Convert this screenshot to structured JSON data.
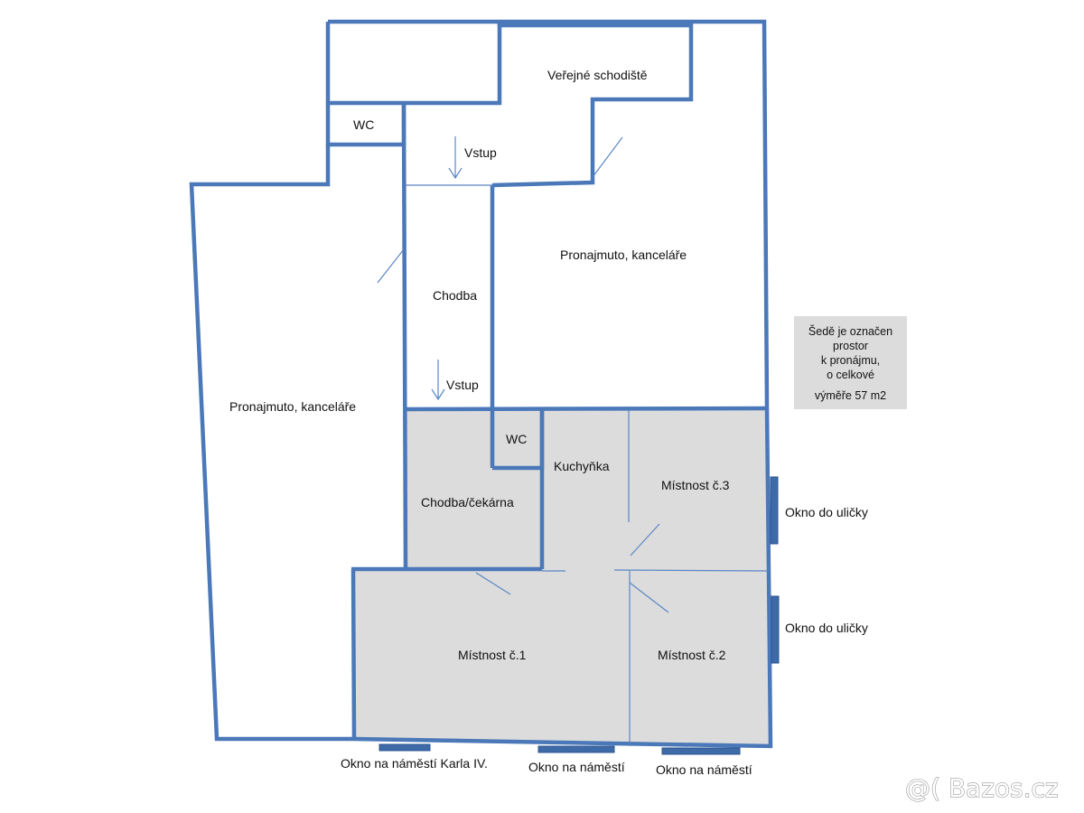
{
  "colors": {
    "wall": "#4a78b8",
    "thin_line": "#5a86c4",
    "window": "#3e6aa8",
    "rental_fill": "#dcdcdc",
    "legend_fill": "#dcdcdc"
  },
  "rooms": {
    "public_stairs": "Veřejné schodiště",
    "wc_top": "WC",
    "entrance_top": "Vstup",
    "corridor": "Chodba",
    "entrance_bottom": "Vstup",
    "rented_offices_right": "Pronajmuto, kanceláře",
    "rented_offices_left": "Pronajmuto, kanceláře",
    "wc_inner": "WC",
    "kitchenette": "Kuchyňka",
    "waiting_room": "Chodba/čekárna",
    "room_3": "Místnost č.3",
    "room_1": "Místnost č.1",
    "room_2": "Místnost č.2"
  },
  "windows": {
    "alley_1": "Okno do uličky",
    "alley_2": "Okno do uličky",
    "square_karla": "Okno na náměstí Karla IV.",
    "square_1": "Okno na náměstí",
    "square_2": "Okno na náměstí"
  },
  "legend": {
    "lines": [
      "Šedě je označen",
      "prostor",
      "k pronájmu,",
      "o celkové",
      "výměře 57 m2"
    ]
  },
  "watermark": "@( Bazos.cz",
  "icons": [
    "down-arrow-icon",
    "down-arrow-icon"
  ]
}
